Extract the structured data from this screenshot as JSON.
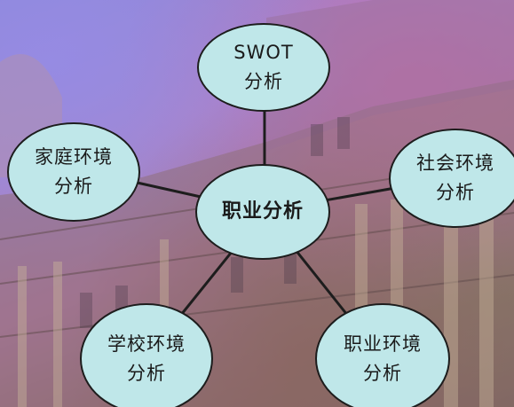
{
  "diagram": {
    "center": {
      "line1": "职业分析"
    },
    "nodes": {
      "swot": {
        "line1": "SWOT",
        "line2": "分析"
      },
      "family": {
        "line1": "家庭环境",
        "line2": "分析"
      },
      "society": {
        "line1": "社会环境",
        "line2": "分析"
      },
      "school": {
        "line1": "学校环境",
        "line2": "分析"
      },
      "career": {
        "line1": "职业环境",
        "line2": "分析"
      }
    },
    "colors": {
      "node_fill": "#bfe7e9",
      "node_border": "#1d1d1d",
      "connector": "#1d1d1d"
    }
  }
}
